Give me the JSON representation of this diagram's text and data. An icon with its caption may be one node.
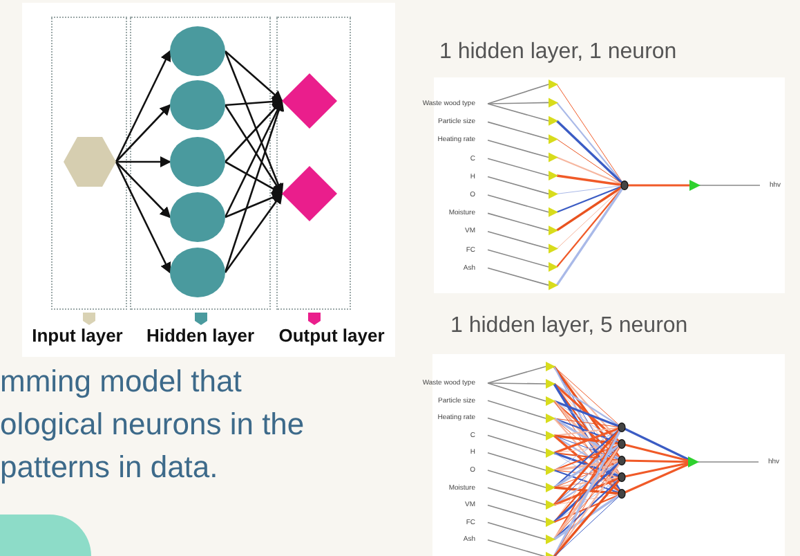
{
  "diagram": {
    "nodes": [
      {
        "text": [
          "Input layer"
        ]
      },
      {
        "text": [
          "Hidden layer"
        ]
      },
      {
        "text": [
          "Output layer"
        ]
      },
      {
        "text": [],
        "shape": "hexagon",
        "in": 0
      },
      {
        "text": [],
        "shape": "circle",
        "in": 1
      },
      {
        "text": [],
        "shape": "circle",
        "in": 1
      },
      {
        "text": [],
        "shape": "circle",
        "in": 1
      },
      {
        "text": [],
        "shape": "circle",
        "in": 1
      },
      {
        "text": [],
        "shape": "circle",
        "in": 1
      },
      {
        "text": [],
        "shape": "diamond",
        "in": 2
      },
      {
        "text": [],
        "shape": "diamond",
        "in": 2
      }
    ],
    "edges": [
      {
        "from": 3,
        "to": 4,
        "arrow": "to"
      },
      {
        "from": 3,
        "to": 5,
        "arrow": "to"
      },
      {
        "from": 3,
        "to": 6,
        "arrow": "to"
      },
      {
        "from": 3,
        "to": 7,
        "arrow": "to"
      },
      {
        "from": 3,
        "to": 8,
        "arrow": "to"
      },
      {
        "from": 4,
        "to": 9,
        "arrow": "to"
      },
      {
        "from": 4,
        "to": 10,
        "arrow": "to"
      },
      {
        "from": 5,
        "to": 9,
        "arrow": "to"
      },
      {
        "from": 5,
        "to": 10,
        "arrow": "to"
      },
      {
        "from": 6,
        "to": 9,
        "arrow": "to"
      },
      {
        "from": 6,
        "to": 10,
        "arrow": "to"
      },
      {
        "from": 7,
        "to": 9,
        "arrow": "to"
      },
      {
        "from": 7,
        "to": 10,
        "arrow": "to"
      },
      {
        "from": 8,
        "to": 9,
        "arrow": "to"
      },
      {
        "from": 8,
        "to": 10,
        "arrow": "to"
      }
    ],
    "labels": [
      "1 hidden layer, 1 neuron",
      "Waste wood type",
      "Particle size",
      "Heating rate",
      "C",
      "H",
      "O",
      "Moisture",
      "VM",
      "FC",
      "Ash",
      "hhv",
      "1 hidden layer, 5 neuron",
      "Waste wood type",
      "Particle size",
      "Heating rate",
      "C",
      "H",
      "O",
      "Moisture",
      "VM",
      "FC",
      "Ash",
      "hhv",
      "mming model that ological neurons in the patterns in data."
    ]
  }
}
